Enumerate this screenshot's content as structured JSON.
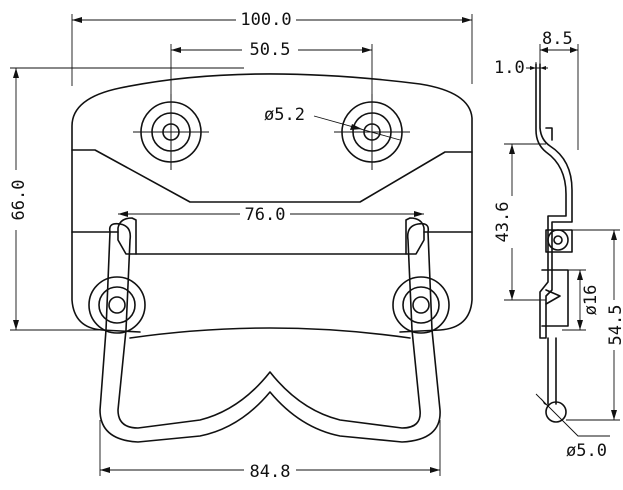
{
  "drawing": {
    "dimensions": {
      "overall_width": "100.0",
      "hole_spacing": "50.5",
      "hole_diameter": "ø5.2",
      "overall_height": "66.0",
      "inner_span": "76.0",
      "handle_width": "84.8",
      "plate_thickness": "1.0",
      "side_depth": "8.5",
      "side_height": "43.6",
      "pivot_diameter": "ø16",
      "handle_drop": "54.5",
      "wire_diameter": "ø5.0"
    }
  }
}
